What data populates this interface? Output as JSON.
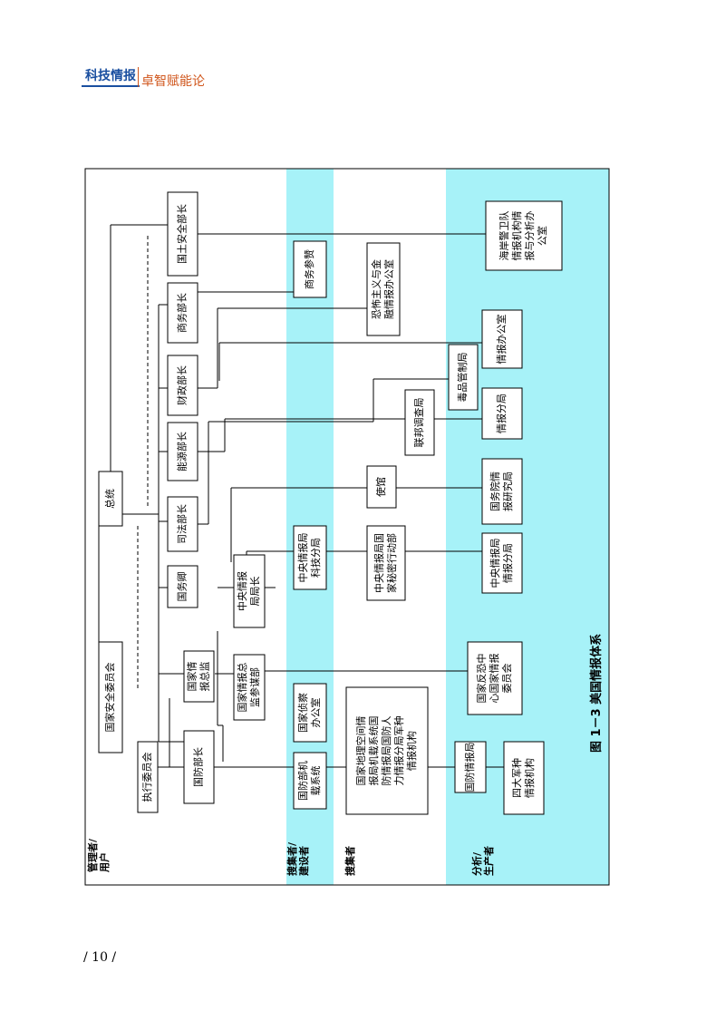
{
  "header": {
    "brand": "科技情报",
    "subtitle": "卓智赋能论"
  },
  "footer": {
    "page": "/ 10 /"
  },
  "figure": {
    "caption": "图 1－3 美国情报体系",
    "colors": {
      "band": "#a7f2f8",
      "line": "#000000",
      "bg": "#ffffff"
    },
    "rows": {
      "managers": "管理者/用户",
      "builders": "搜集者/建设者",
      "collectors": "搜集者",
      "analysts": "分析/生产者"
    },
    "nodes": {
      "exec_committee": "执行委员会",
      "nsc": "国家安全委员会",
      "president": "总统",
      "defense_sec": "国防部长",
      "dni": "国家情报总监",
      "secretary_state": "国务卿",
      "justice": "司法部长",
      "energy": "能源部长",
      "treasury": "财政部长",
      "commerce": "商务部长",
      "homeland": "国土安全部长",
      "dni_staff": "国家情报总监参谋部",
      "cia_director": "中央情报局局长",
      "nro": "国家侦察办公室",
      "dod_sat": "国防部机载系统",
      "commerce_attache": "商务参赞",
      "tfi": "恐怖主义与金融情报办公室",
      "embassy": "使馆",
      "fbi": "联邦调查局",
      "dea": "毒品管制局",
      "cia_st": "中央情报局科技分局",
      "cia_ncs": "中央情报局国家秘密行动部",
      "collect_agencies": "国家地理空间情报局机载系统国防情报局国防人力情报分局军种情报机构",
      "ncc": "国家反恐中心国家情报委员会",
      "dia": "国防情报局",
      "services4": "四大军种情报机构",
      "cia_analysis": "中央情报局情报分局",
      "state_inr": "国务院情报研究局",
      "intel_div": "情报分局",
      "intel_office": "情报办公室",
      "coast_guard": "海岸警卫队情报机构情报与分析办公室"
    }
  }
}
